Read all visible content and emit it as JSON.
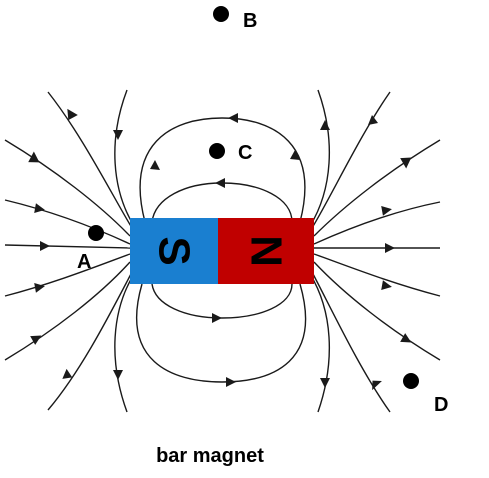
{
  "colors": {
    "south_pole": "#1a7fd0",
    "north_pole": "#c00000",
    "field_line": "#1a1a1a",
    "point_marker": "#000000"
  },
  "magnet": {
    "south_label": "S",
    "north_label": "N"
  },
  "points": [
    {
      "id": "point-a",
      "label": "A"
    },
    {
      "id": "point-b",
      "label": "B"
    },
    {
      "id": "point-c",
      "label": "C"
    },
    {
      "id": "point-d",
      "label": "D"
    }
  ],
  "caption": "bar magnet"
}
